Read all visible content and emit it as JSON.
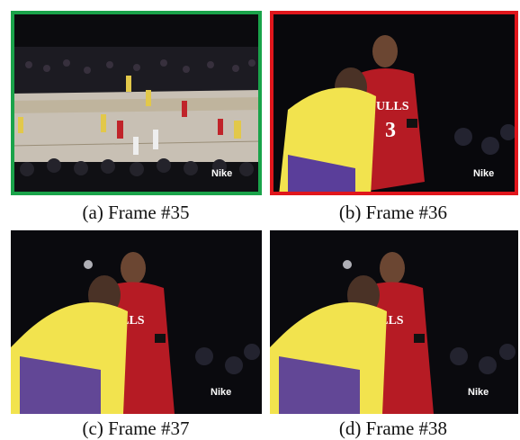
{
  "figure": {
    "panels": [
      {
        "caption": "(a) Frame #35",
        "watermark": "Nike",
        "border_color": "#1aa34a"
      },
      {
        "caption": "(b) Frame #36",
        "watermark": "Nike",
        "border_color": "#e0161c"
      },
      {
        "caption": "(c) Frame #37",
        "watermark": "Nike",
        "border_color": ""
      },
      {
        "caption": "(d) Frame #38",
        "watermark": "Nike",
        "border_color": ""
      }
    ]
  }
}
